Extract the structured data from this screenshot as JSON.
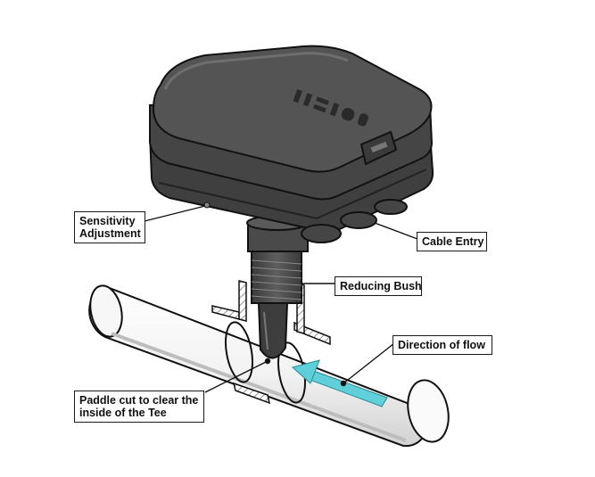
{
  "colors": {
    "housing": "#4a4a4a",
    "housing_dark": "#333333",
    "housing_top": "#5a5a5a",
    "pipe": "#f4f4f4",
    "pipe_shadow": "#d6d6d6",
    "hatch": "#777777",
    "flow_arrow": "#5fcfd9",
    "outline": "#111111"
  },
  "icons": {
    "brand_logo": "logo-icon",
    "lid_latch": "latch-icon",
    "flow": "arrow-left-icon"
  },
  "labels": {
    "sensitivity_line1": "Sensitivity",
    "sensitivity_line2": "Adjustment",
    "cable_entry": "Cable Entry",
    "reducing_bush": "Reducing Bush",
    "direction_of_flow": "Direction of flow",
    "paddle_line1": "Paddle cut to clear the",
    "paddle_line2": "inside of the Tee"
  }
}
